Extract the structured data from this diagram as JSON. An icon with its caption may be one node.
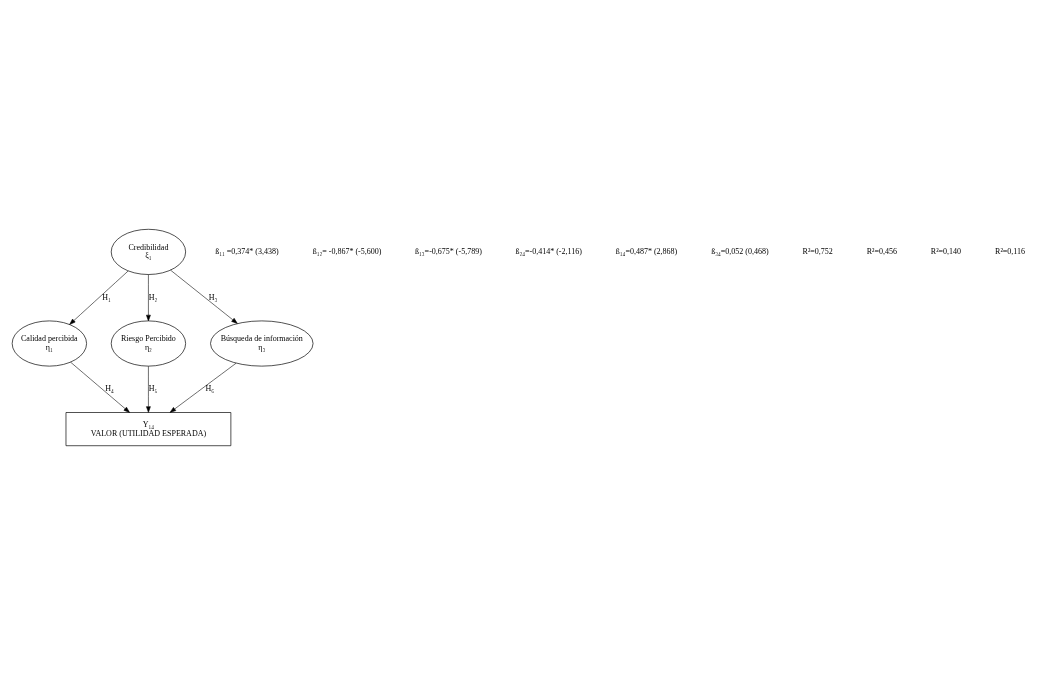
{
  "diagram": {
    "nodes": [
      {
        "text": [
          "Credibilidad",
          "ξ₁"
        ]
      },
      {
        "text": [
          "Calidad percibida",
          "η₁"
        ]
      },
      {
        "text": [
          "Riesgo Percibido",
          "η₂"
        ]
      },
      {
        "text": [
          "Búsqueda de información",
          "η₃"
        ]
      },
      {
        "text": [
          "Y₁₄",
          "VALOR (UTILIDAD ESPERADA)"
        ]
      }
    ],
    "edges": [
      {
        "from": 0,
        "to": 1,
        "arrow": "to",
        "label": "H₁"
      },
      {
        "from": 0,
        "to": 2,
        "arrow": "to",
        "label": "H₂"
      },
      {
        "from": 0,
        "to": 3,
        "arrow": "to",
        "label": "H₃"
      },
      {
        "from": 1,
        "to": 4,
        "arrow": "to",
        "label": "H₄"
      },
      {
        "from": 2,
        "to": 4,
        "arrow": "to",
        "label": "H₅"
      },
      {
        "from": 3,
        "to": 4,
        "arrow": "to",
        "label": "H₆"
      }
    ],
    "labels": [
      "ß₁₁ =0,374* (3,438)",
      "ß₁₂= -0,867* (-5,600)",
      "ß₁₃=-0,675* (-5,789)",
      "ß₂₄=-0,414* (-2,116)",
      "ß₁₄=0,487* (2,868)",
      "ß₃₄=0,052 (0,468)",
      "R²=0,752",
      "R²=0,456",
      "R²=0,140",
      "R²=0,116"
    ]
  }
}
